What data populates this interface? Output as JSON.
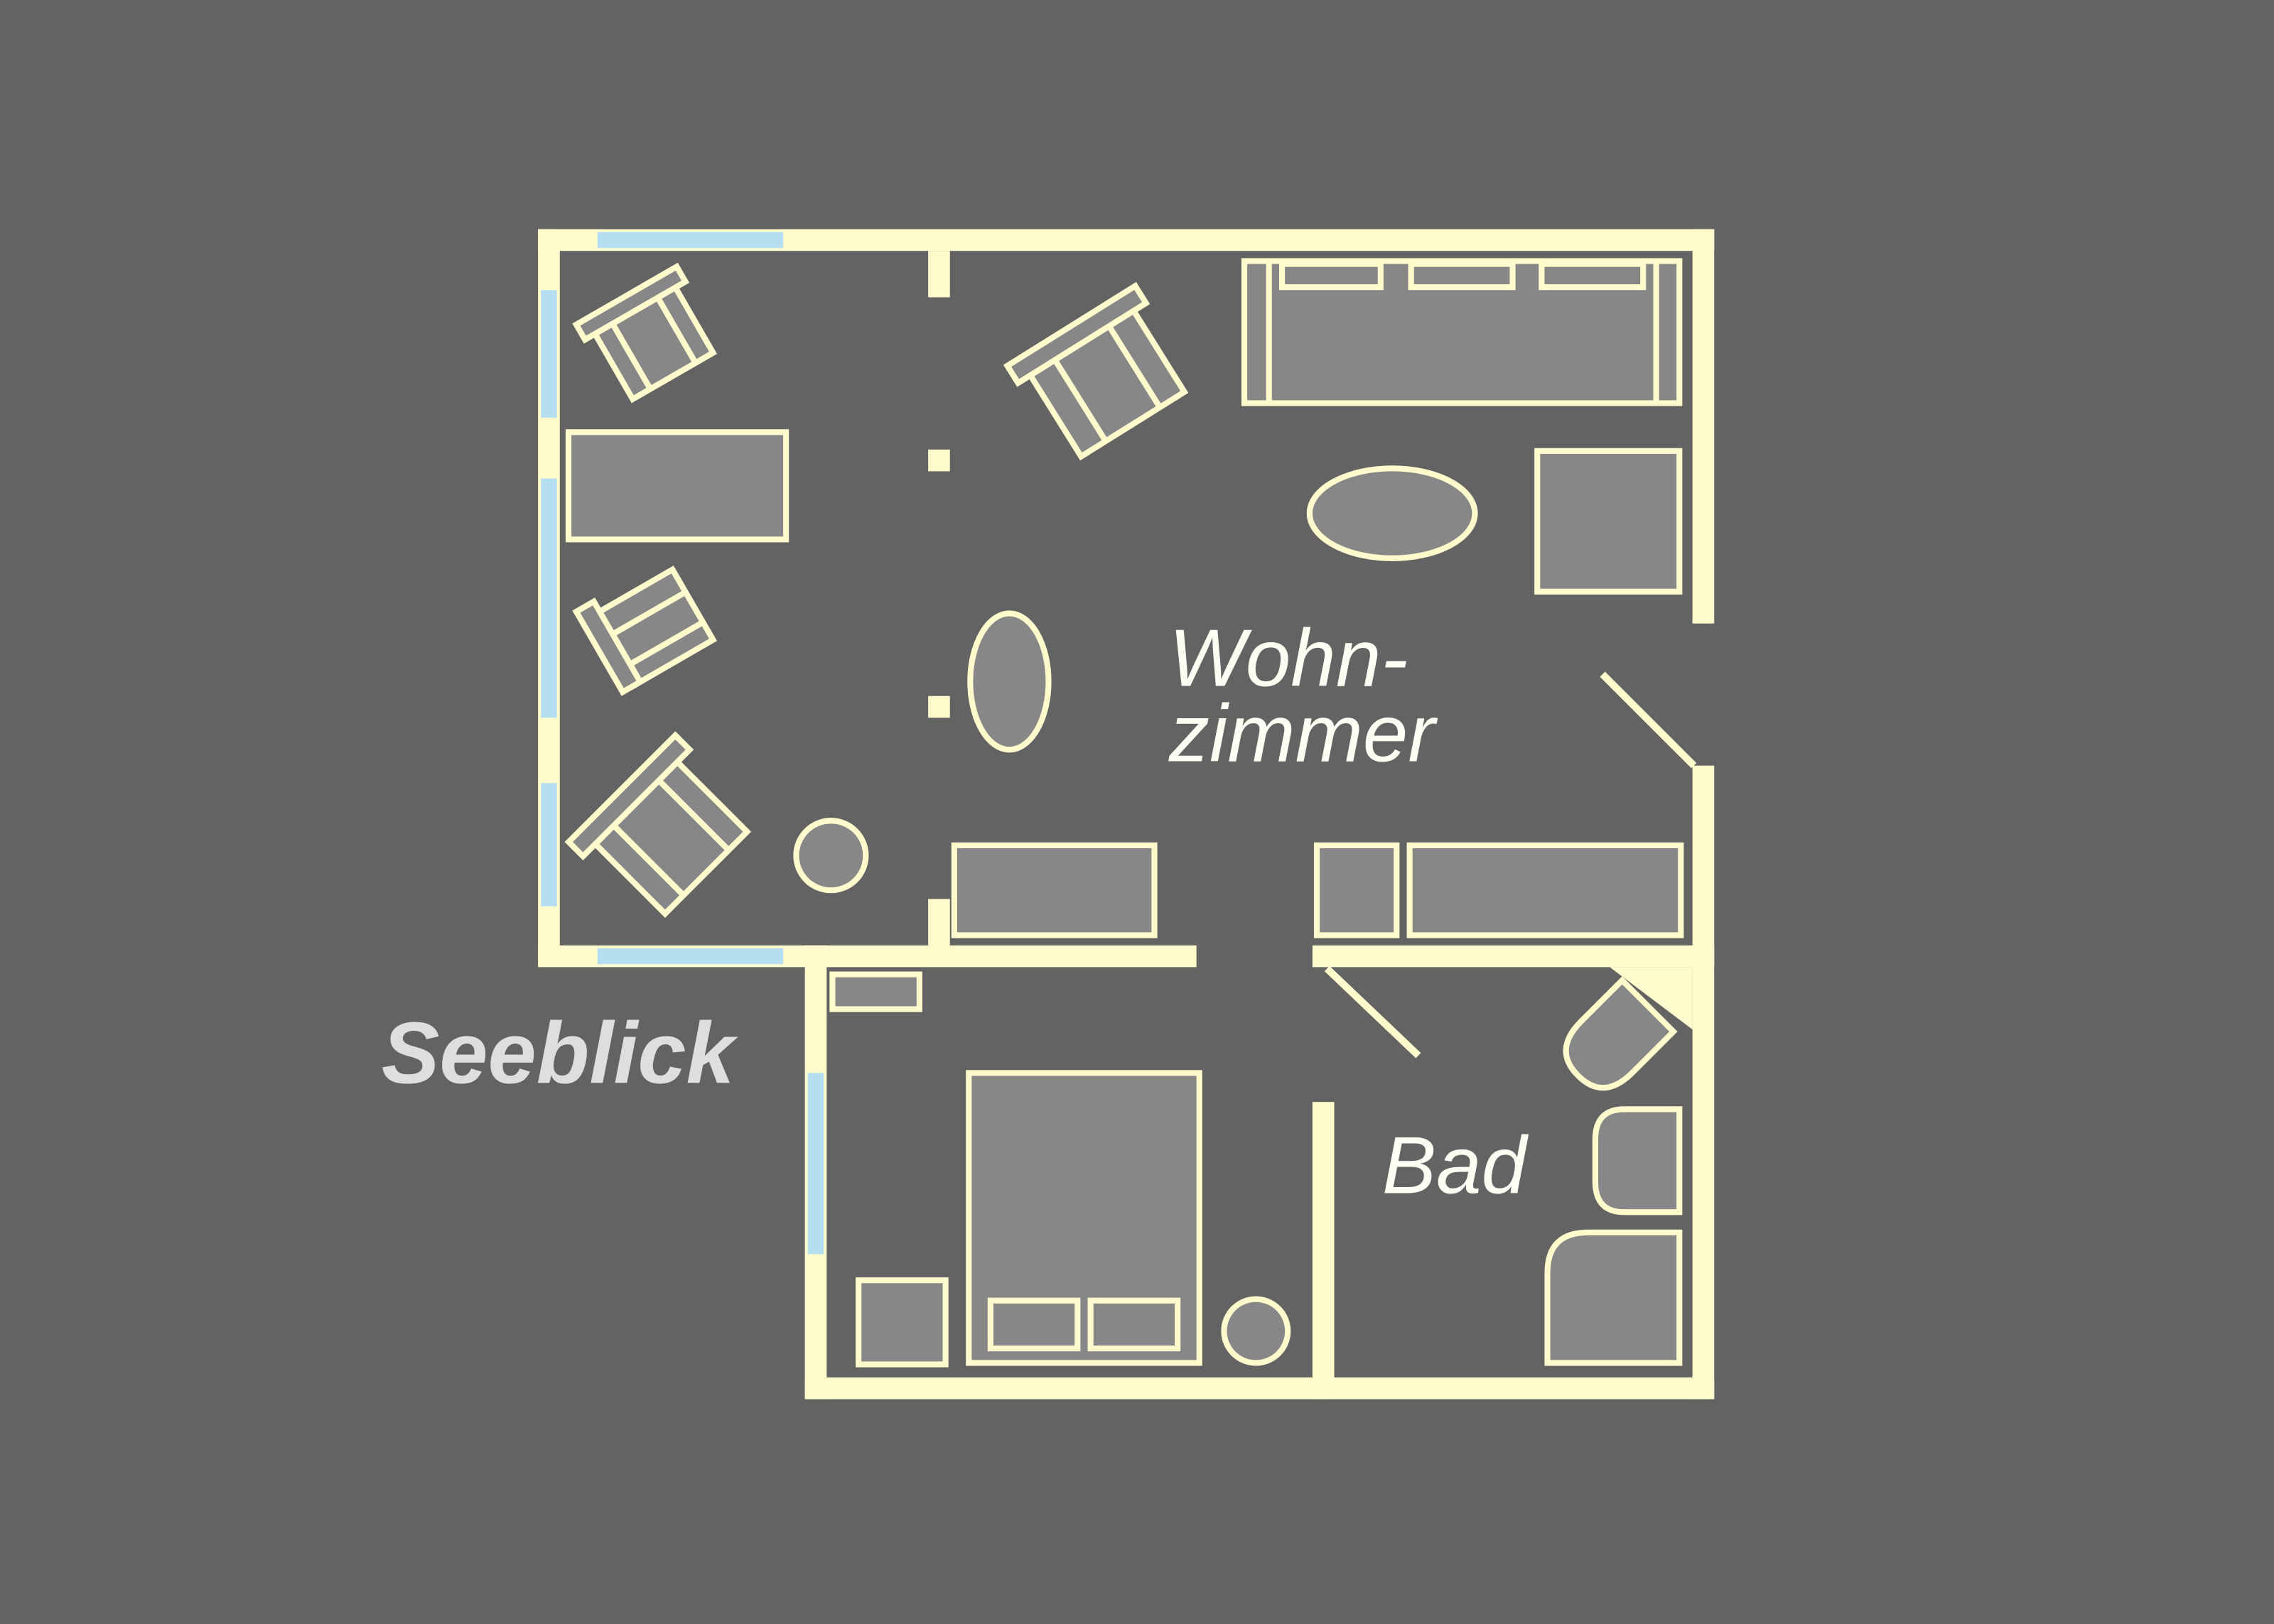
{
  "labels": {
    "living_room_line1": "Wohn-",
    "living_room_line2": "zimmer",
    "bathroom": "Bad",
    "plan_title": "Seeblick"
  },
  "colors": {
    "background": "#636363",
    "wall": "#fffbcc",
    "window": "#b5dff0",
    "furniture": "#878787"
  }
}
